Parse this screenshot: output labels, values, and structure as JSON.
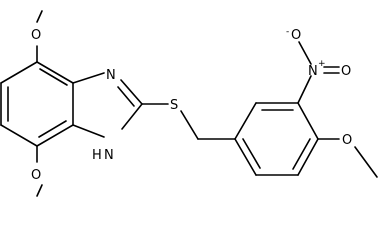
{
  "structure": {
    "atoms": {
      "o_top": "O",
      "o_bottom": "O",
      "n_imine": "N",
      "nh": "H",
      "n_amine": "N",
      "s": "S",
      "n_nitro": "N",
      "n_nitro_charge": "+",
      "o_nitro_top": "O",
      "o_nitro_top_charge": "-",
      "o_nitro_right": "O",
      "o_methoxy": "O"
    }
  }
}
